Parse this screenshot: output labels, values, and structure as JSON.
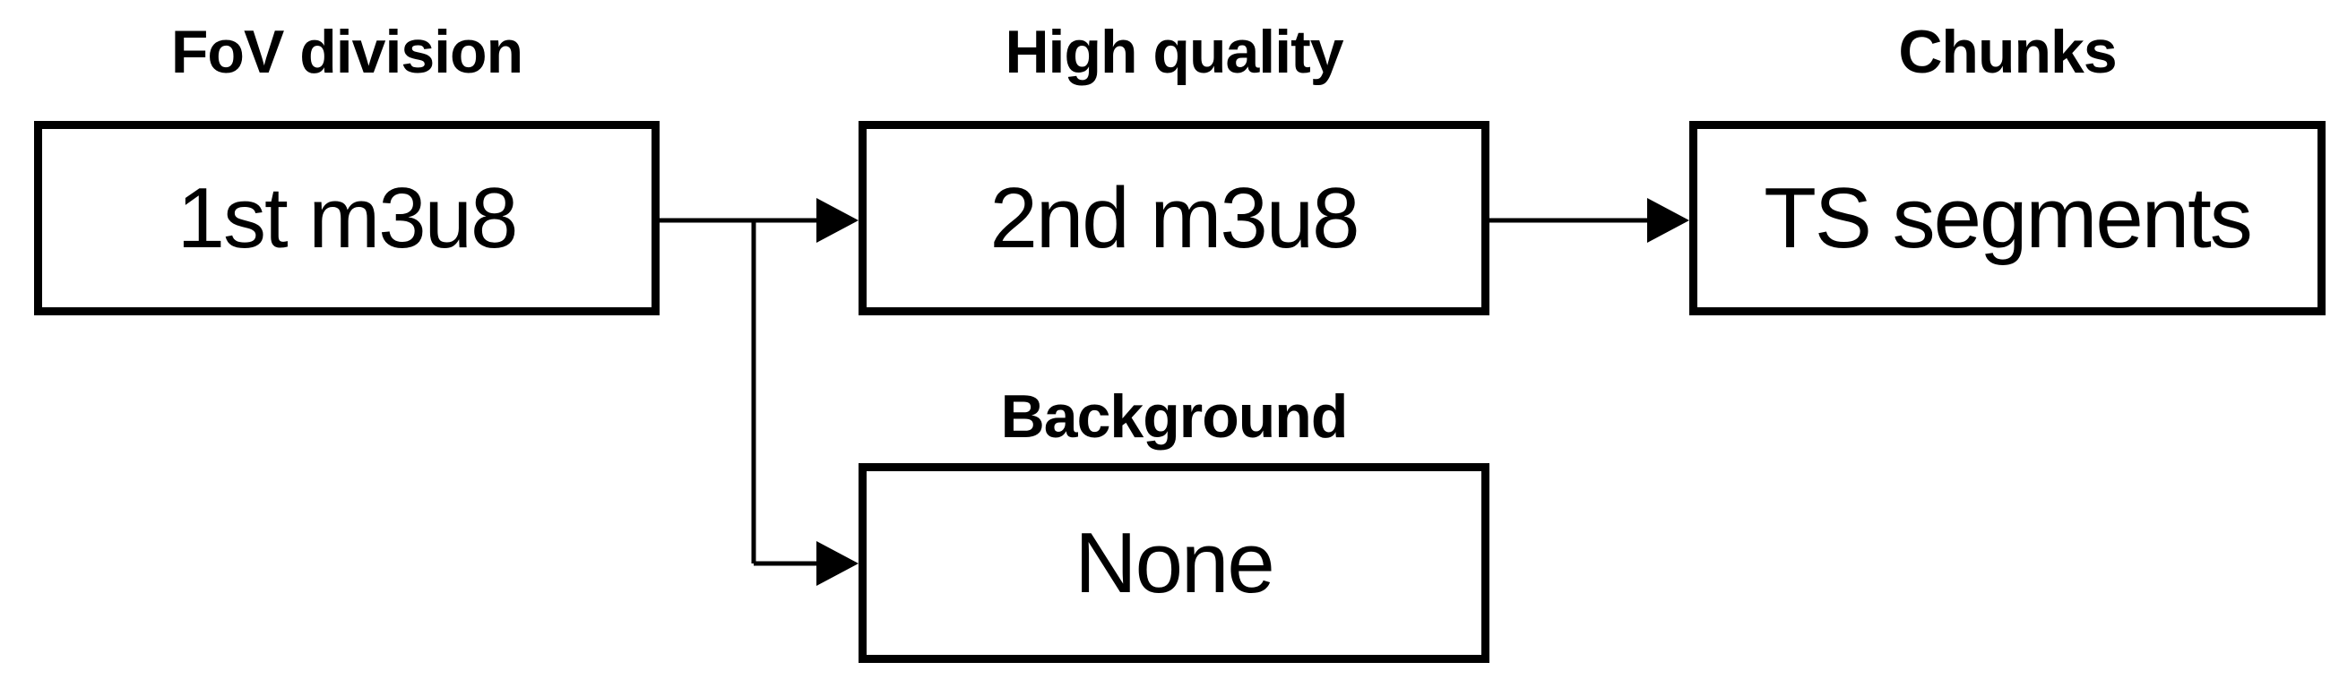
{
  "canvas": {
    "background": "#ffffff"
  },
  "diagram": {
    "colors": {
      "stroke": "#000000",
      "fill": "#ffffff",
      "text": "#000000"
    },
    "nodes": [
      {
        "id": "fov-division",
        "label": "FoV division",
        "text": "1st m3u8"
      },
      {
        "id": "high-quality",
        "label": "High quality",
        "text": "2nd m3u8"
      },
      {
        "id": "chunks",
        "label": "Chunks",
        "text": "TS segments"
      },
      {
        "id": "background",
        "label": "Background",
        "text": "None"
      }
    ],
    "edges": [
      {
        "from": "fov-division",
        "to": "high-quality"
      },
      {
        "from": "fov-division",
        "to": "background"
      },
      {
        "from": "high-quality",
        "to": "chunks"
      }
    ]
  }
}
